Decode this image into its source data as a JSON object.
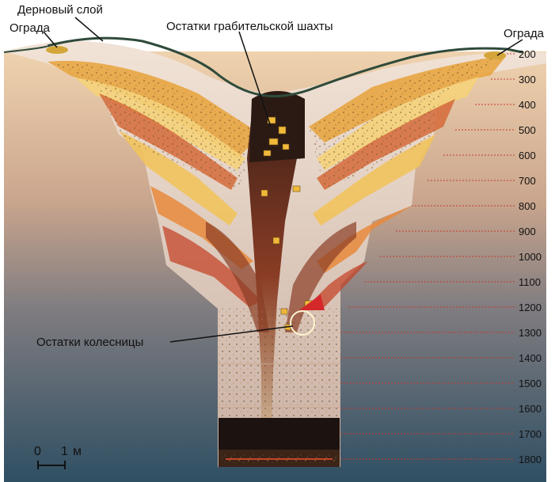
{
  "labels": {
    "turf_layer": "Дерновый слой",
    "fence_left": "Ограда",
    "fence_right": "Ограда",
    "robber_shaft": "Остатки грабительской шахты",
    "chariot": "Остатки колесницы"
  },
  "depth_scale": [
    "200",
    "300",
    "400",
    "500",
    "600",
    "700",
    "800",
    "900",
    "1000",
    "1100",
    "1200",
    "1300",
    "1400",
    "1500",
    "1600",
    "1700",
    "1800"
  ],
  "scale_bar": {
    "zero": "0",
    "one": "1",
    "unit": "м"
  },
  "colors": {
    "sky_top": "#ffffff",
    "bg_top": "#e9c9a6",
    "bg_bottom": "#2f4f63",
    "dark_shaft": "#2b1a14",
    "layer_orange": "#e8a23a",
    "layer_yellow": "#f4d27a",
    "layer_red": "#c4462a",
    "pit_fill": "#e8d6c8",
    "marker_red": "#d4282a"
  }
}
